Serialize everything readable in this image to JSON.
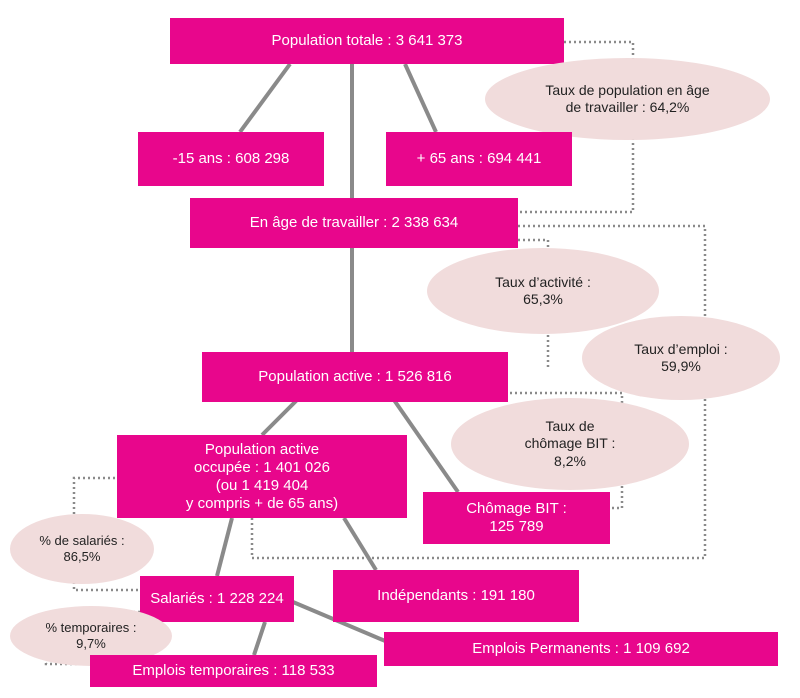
{
  "boxes": {
    "population_totale": "Population totale : 3 641 373",
    "moins_15": "-15 ans : 608 298",
    "plus_65": "+ 65 ans : 694 441",
    "age_travailler": "En âge de travailler : 2 338 634",
    "population_active": "Population active : 1 526 816",
    "active_occupee": "Population active\noccupée : 1 401 026\n(ou 1 419 404\ny compris + de 65 ans)",
    "chomage": "Chômage BIT :\n125 789",
    "independants": "Indépendants : 191 180",
    "salaries": "Salariés : 1 228 224",
    "emplois_permanents": "Emplois Permanents : 1 109 692",
    "emplois_temporaires": "Emplois temporaires : 118 533"
  },
  "rates": {
    "taux_age_travailler": "Taux de population en âge\nde travailler : 64,2%",
    "taux_activite": "Taux d’activité :\n65,3%",
    "taux_emploi": "Taux d’emploi :\n59,9%",
    "taux_chomage": "Taux de\nchômage BIT :\n8,2%",
    "pct_salaries": "% de salariés :\n86,5%",
    "pct_temporaires": "% temporaires :\n9,7%"
  },
  "colors": {
    "box": "#e8068c",
    "ellipse": "#f1dcdc",
    "solid_line": "#8a8a8a",
    "dotted_line": "#8a8a8a"
  }
}
